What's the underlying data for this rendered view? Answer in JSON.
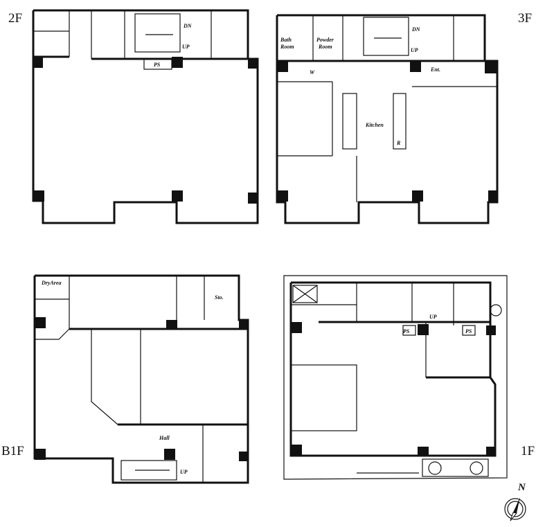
{
  "floors": {
    "f2": {
      "label": "2F",
      "dn": "DN",
      "up": "UP",
      "ps": "PS"
    },
    "f3": {
      "label": "3F",
      "dn": "DN",
      "up": "UP",
      "bath": "Bath Room",
      "bath1": "Bath",
      "bath2": "Room",
      "powder1": "Powder",
      "powder2": "Room",
      "w": "W",
      "ent": "Ent.",
      "kitchen": "Kitchen",
      "r": "R"
    },
    "b1": {
      "label": "B1F",
      "dry": "DryArea",
      "sto": "Sto.",
      "hall": "Hall",
      "up": "UP"
    },
    "f1": {
      "label": "1F",
      "up": "UP",
      "ps1": "PS",
      "ps2": "PS"
    }
  },
  "compass": {
    "north": "N"
  }
}
